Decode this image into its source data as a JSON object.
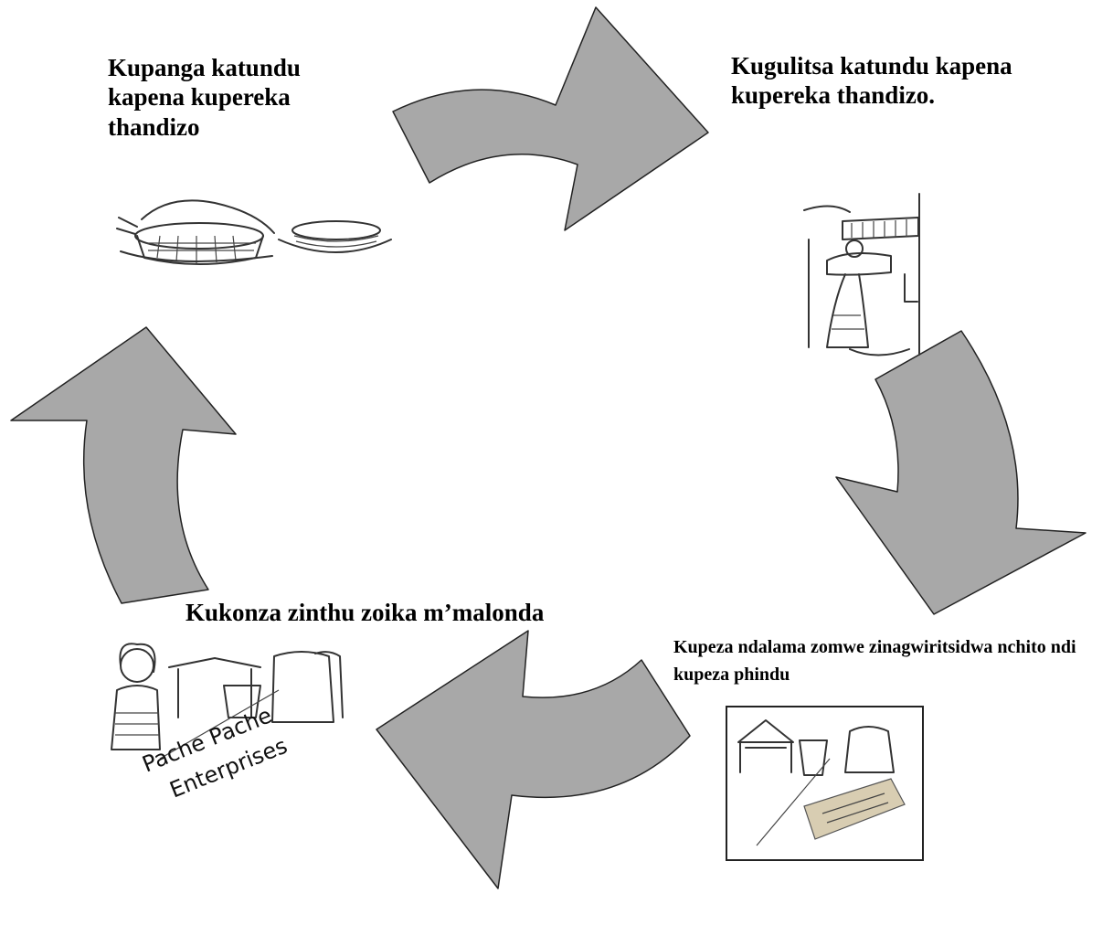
{
  "steps": [
    {
      "label": "Kupanga katundu kapena kupereka thandizo"
    },
    {
      "label": "Kugulitsa katundu kapena kupereka thandizo."
    },
    {
      "label": "Kupeza ndalama zomwe zinagwiritsidwa nchito ndi kupeza phindu"
    },
    {
      "label": "Kukonza zinthu zoika m’malonda"
    }
  ],
  "illustrations": {
    "enterprise_sign_line1": "Pache Pache",
    "enterprise_sign_line2": "Enterprises"
  },
  "colors": {
    "arrow_fill": "#a8a8a8",
    "arrow_stroke": "#222222",
    "text": "#000000",
    "background": "#ffffff"
  }
}
